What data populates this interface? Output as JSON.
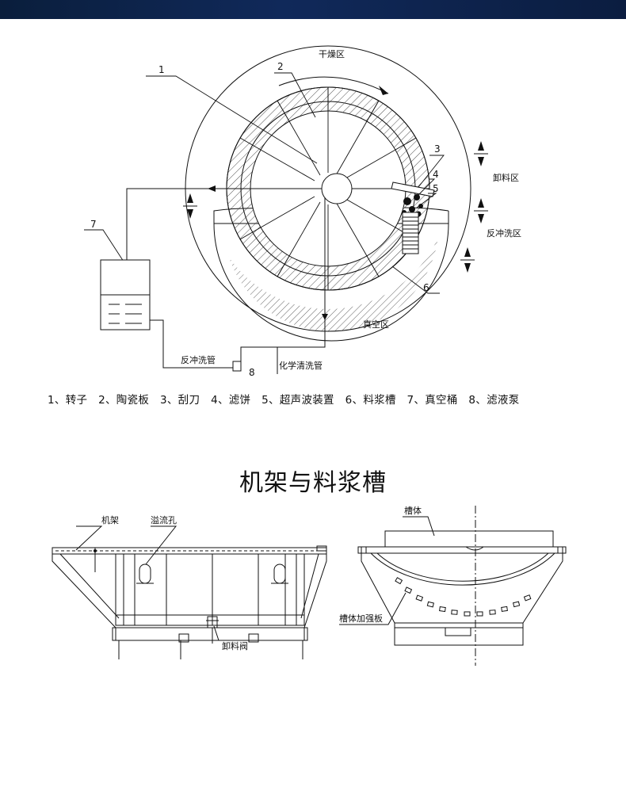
{
  "rotary_diagram": {
    "zones": {
      "drying": "干燥区",
      "discharge": "卸料区",
      "backwash": "反冲洗区",
      "vacuum": "真空区"
    },
    "callouts": [
      "1",
      "2",
      "3",
      "4",
      "5",
      "6",
      "7",
      "8"
    ],
    "pipes": {
      "backwash_pipe": "反冲洗管",
      "chemical_cleaning_pipe": "化学清洗管"
    },
    "legend": "1、转子　2、陶瓷板　3、刮刀　4、滤饼　5、超声波装置　6、料浆槽　7、真空桶　8、滤液泵"
  },
  "section": {
    "title": "机架与料浆槽"
  },
  "frame_diagram": {
    "frame_label": "机架",
    "overflow_label": "溢流孔",
    "discharge_valve_label": "卸料阀"
  },
  "tank_diagram": {
    "tank_body_label": "槽体",
    "reinforcement_label": "槽体加强板"
  }
}
